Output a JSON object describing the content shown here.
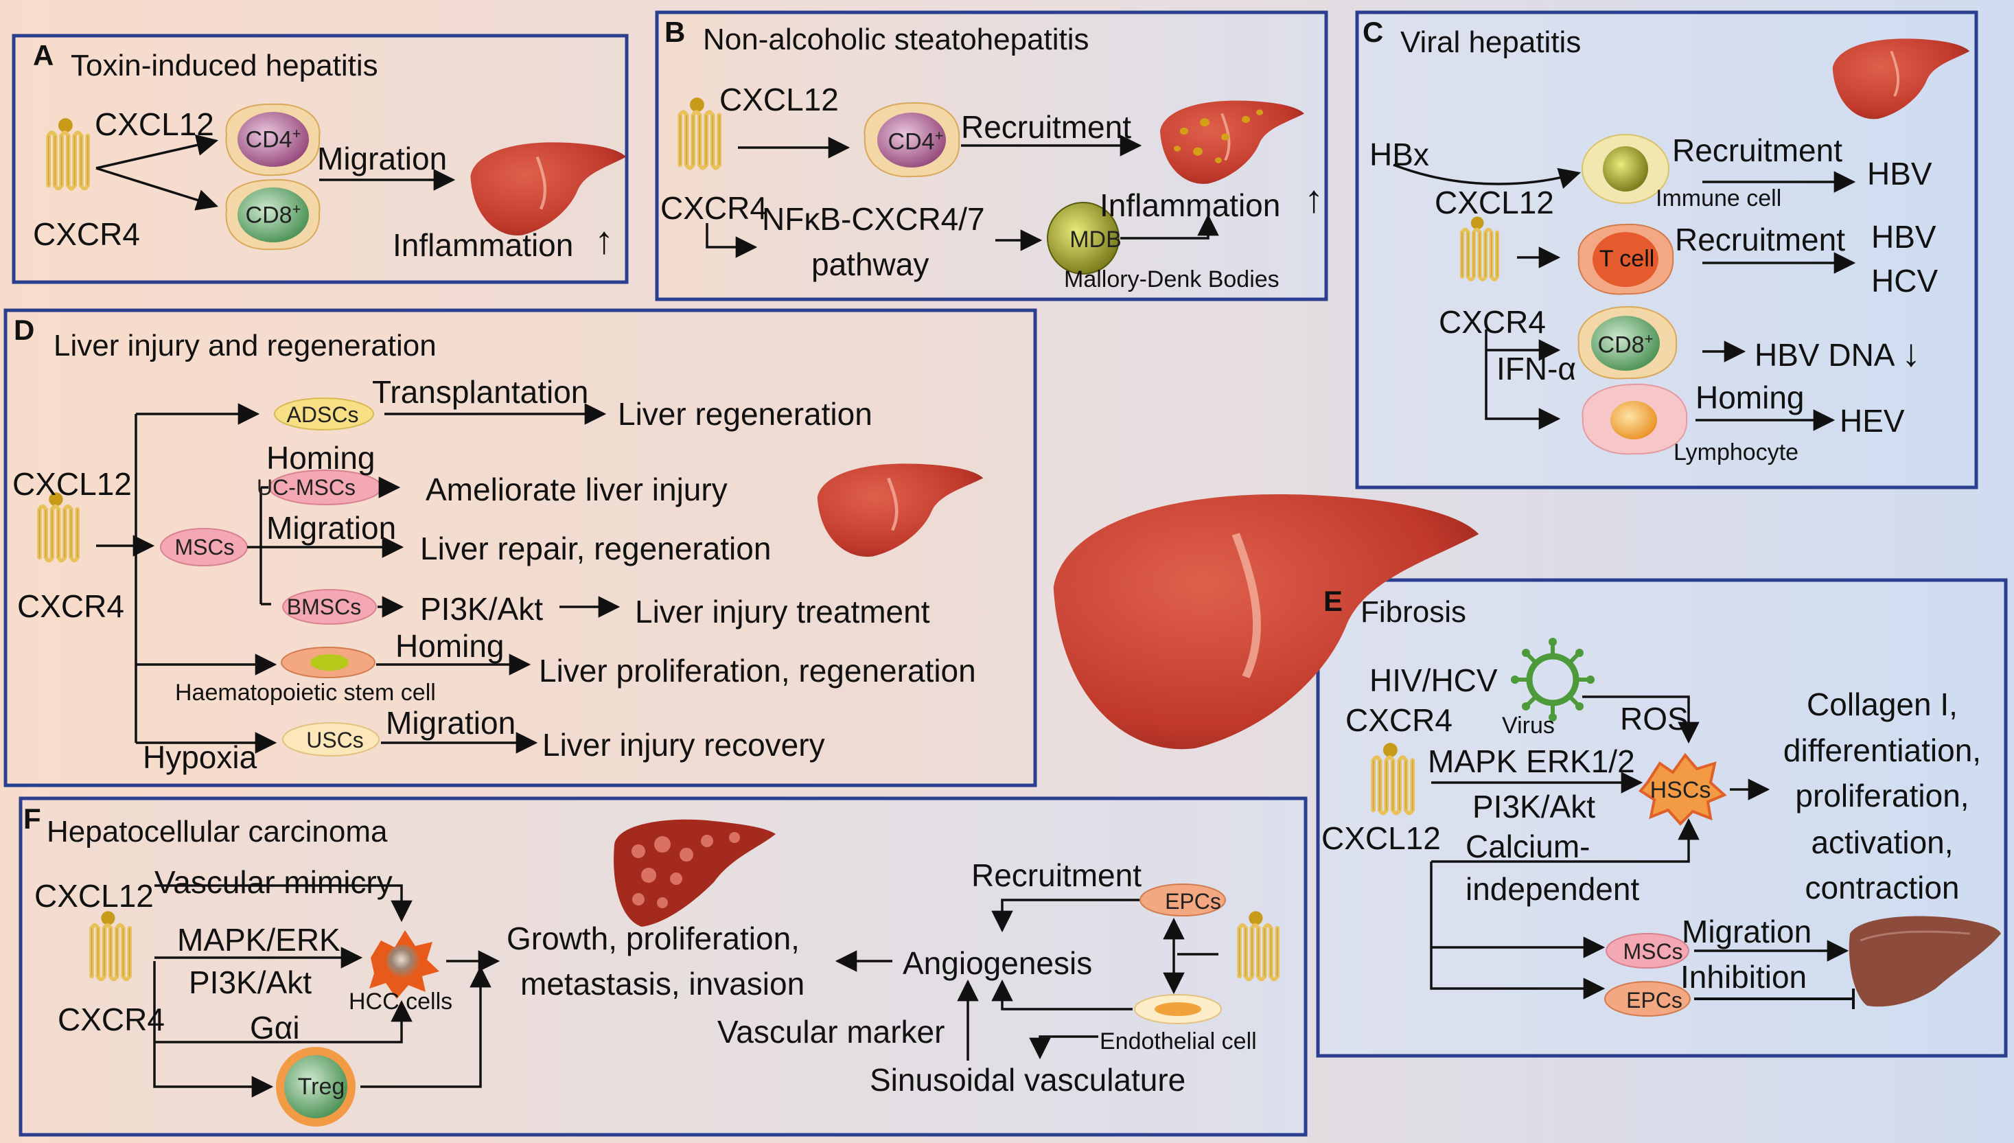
{
  "colors": {
    "panel_border": "#2a3f8f",
    "panel_warm": "#f6dccd",
    "panel_cool": "#d3dff0",
    "liver_red": "#c0392b",
    "receptor_yellow": "#e8c15a",
    "arrow": "#111111"
  },
  "icons": [
    "receptor-icon",
    "liver-icon",
    "virus-icon"
  ],
  "panels": {
    "a": {
      "letter": "A",
      "title": "Toxin-induced hepatitis",
      "ligand": "CXCL12",
      "receptor": "CXCR4",
      "cd4": "CD4",
      "cd4_sup": "+",
      "cd8": "CD8",
      "cd8_sup": "+",
      "migration": "Migration",
      "outcome": "Inflammation",
      "up": "↑"
    },
    "b": {
      "letter": "B",
      "title": "Non-alcoholic steatohepatitis",
      "ligand": "CXCL12",
      "receptor": "CXCR4",
      "cd4": "CD4",
      "cd4_sup": "+",
      "recruitment": "Recruitment",
      "pathway_1": "NFκB-CXCR4/7",
      "pathway_2": "pathway",
      "mdb": "MDB",
      "mdb_caption": "Mallory-Denk Bodies",
      "outcome": "Inflammation",
      "up": "↑"
    },
    "c": {
      "letter": "C",
      "title": "Viral hepatitis",
      "hbx": "HBx",
      "ligand": "CXCL12",
      "receptor": "CXCR4",
      "immune_caption": "Immune cell",
      "recruitment_1": "Recruitment",
      "hbv_1": "HBV",
      "t_cell": "T cell",
      "recruitment_2": "Recruitment",
      "hbv_2": "HBV",
      "hcv": "HCV",
      "ifn": "IFN-α",
      "cd8": "CD8",
      "cd8_sup": "+",
      "hbv_dna": "HBV DNA",
      "down": "↓",
      "homing": "Homing",
      "hev": "HEV",
      "lymph_caption": "Lymphocyte"
    },
    "d": {
      "letter": "D",
      "title": "Liver injury and regeneration",
      "ligand": "CXCL12",
      "receptor": "CXCR4",
      "adscs": "ADSCs",
      "transplantation": "Transplantation",
      "regeneration": "Liver regeneration",
      "homing_1": "Homing",
      "ucmscs": "UC-MSCs",
      "ameliorate": "Ameliorate liver injury",
      "mscs": "MSCs",
      "migration_1": "Migration",
      "repair": "Liver repair, regeneration",
      "bmscs": "BMSCs",
      "pi3k": "PI3K/Akt",
      "treatment": "Liver injury treatment",
      "homing_2": "Homing",
      "proliferation": "Liver proliferation, regeneration",
      "hsc_caption": "Haematopoietic stem cell",
      "hypoxia": "Hypoxia",
      "uscs": "USCs",
      "migration_2": "Migration",
      "recovery": "Liver injury recovery"
    },
    "e": {
      "letter": "E",
      "title": "Fibrosis",
      "hiv": "HIV/HCV",
      "receptor": "CXCR4",
      "virus_caption": "Virus",
      "ros": "ROS",
      "mapk": "MAPK ERK1/2",
      "hscs": "HSCs",
      "pi3k": "PI3K/Akt",
      "calcium_1": "Calcium-",
      "calcium_2": "independent",
      "ligand": "CXCL12",
      "outcome_lines": [
        "Collagen I,",
        "differentiation,",
        "proliferation,",
        "activation,",
        "contraction"
      ],
      "mscs": "MSCs",
      "migration": "Migration",
      "epcs": "EPCs",
      "inhibition": "Inhibition"
    },
    "f": {
      "letter": "F",
      "title": "Hepatocellular carcinoma",
      "ligand": "CXCL12",
      "receptor": "CXCR4",
      "vascular_mimicry": "Vascular mimicry",
      "mapk": "MAPK/ERK",
      "pi3k": "PI3K/Akt",
      "gai": "Gαi",
      "hcc_caption": "HCC cells",
      "treg": "Treg",
      "growth_1": "Growth, proliferation,",
      "growth_2": "metastasis, invasion",
      "angiogenesis": "Angiogenesis",
      "recruitment": "Recruitment",
      "epcs": "EPCs",
      "vascular_marker": "Vascular marker",
      "sinusoidal": "Sinusoidal vasculature",
      "endothelial": "Endothelial cell"
    }
  }
}
